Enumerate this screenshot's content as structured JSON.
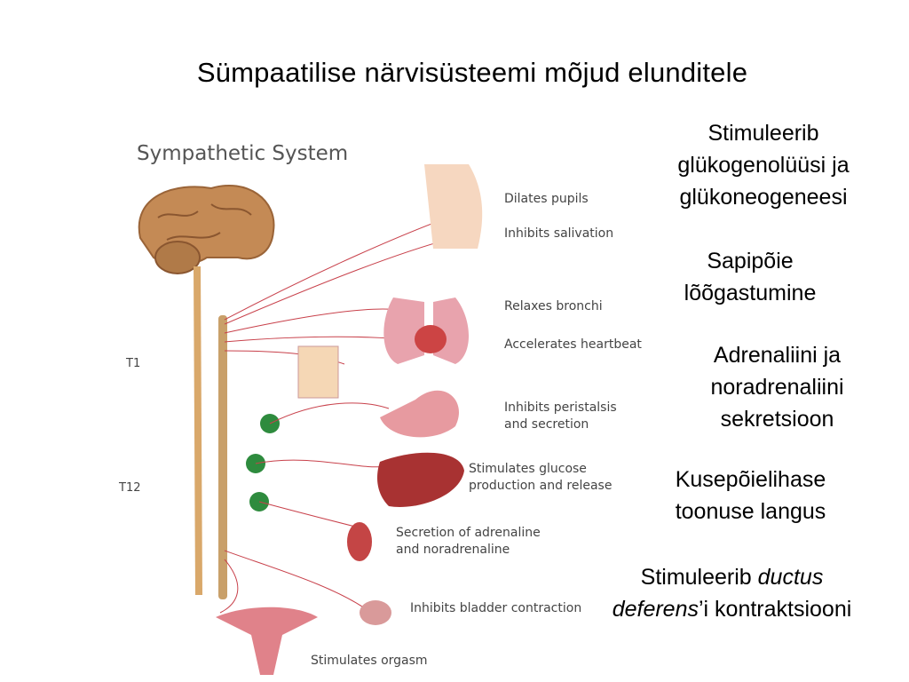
{
  "title": "Sümpaatilise närvisüsteemi mõjud elunditele",
  "figure": {
    "heading": "Sympathetic System",
    "levels": {
      "t1": "T1",
      "t12": "T12"
    },
    "effects": {
      "pupils": "Dilates pupils",
      "salivation": "Inhibits salivation",
      "bronchi": "Relaxes bronchi",
      "heartbeat": "Accelerates heartbeat",
      "peristalsis": "Inhibits peristalsis\nand secretion",
      "glucose": "Stimulates glucose\nproduction and release",
      "adrenaline": "Secretion of adrenaline\nand noradrenaline",
      "bladder": "Inhibits bladder contraction",
      "orgasm": "Stimulates orgasm"
    }
  },
  "notes": {
    "glycogenolysis": "Stimuleerib\nglükogenolüüsi ja\nglükoneogeneesi",
    "bile": "Sapipõie\nlõõgastumine",
    "adrenal": "Adrenaliini ja\nnoradrenaliini\nsekretsioon",
    "bladder": "Kusepõielihase\ntoonuse langus",
    "ductus_prefix": "Stimuleerib ",
    "ductus_italic": "ductus",
    "ductus_italic2": "deferens",
    "ductus_suffix": "’i kontraktsiooni"
  },
  "colors": {
    "nerve": "#c8414b",
    "spine": "#c9a06a",
    "ganglion": "#2e8b3e",
    "organ": "#d96b6b"
  }
}
